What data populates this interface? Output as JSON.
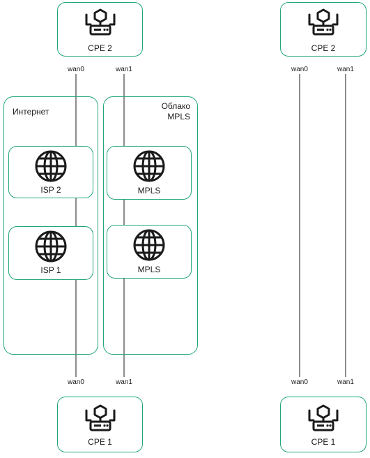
{
  "left": {
    "cpe_top": {
      "label": "CPE 2",
      "ports": {
        "wan0": "wan0",
        "wan1": "wan1"
      }
    },
    "cpe_bottom": {
      "label": "CPE 1",
      "ports": {
        "wan0": "wan0",
        "wan1": "wan1"
      }
    },
    "internet_zone": {
      "label": "Интернет",
      "isp_top": "ISP 2",
      "isp_bottom": "ISP 1"
    },
    "mpls_zone": {
      "label_line1": "Облако",
      "label_line2": "MPLS",
      "node_top": "MPLS",
      "node_bottom": "MPLS"
    }
  },
  "right": {
    "cpe_top": {
      "label": "CPE 2",
      "ports": {
        "wan0": "wan0",
        "wan1": "wan1"
      }
    },
    "cpe_bottom": {
      "label": "CPE 1",
      "ports": {
        "wan0": "wan0",
        "wan1": "wan1"
      }
    }
  },
  "icons": {
    "router": "router-icon",
    "globe": "globe-icon"
  },
  "colors": {
    "accent": "#21a67a",
    "line": "#1a1a1a"
  }
}
